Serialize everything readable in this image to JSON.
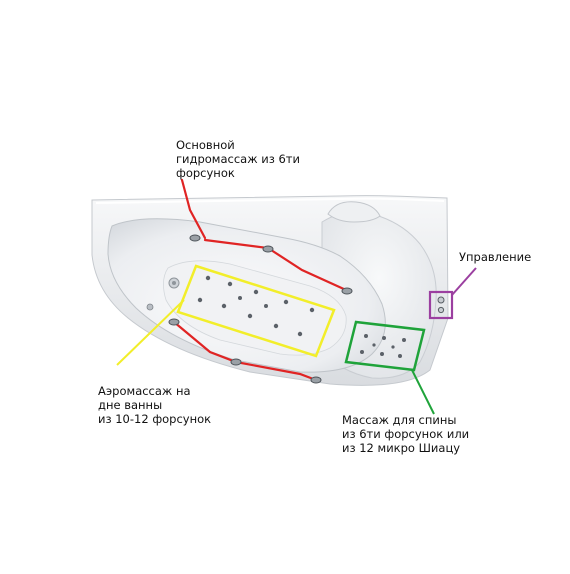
{
  "labels": {
    "main_hydro": "Основной\nгидромассаж из 6ти\nфорсунок",
    "control": "Управление",
    "aero": "Аэромассаж на\nдне ванны\nиз 10-12 форсунок",
    "back": "Массаж для спины\nиз 6ти форсунок или\nиз 12 микро Шиацу"
  },
  "colors": {
    "hydro_line": "#e02424",
    "aero_frame": "#f2ee2a",
    "back_frame": "#1fa33a",
    "control_frame": "#9b3fa0",
    "tub_body": "#e9ebee",
    "tub_inner": "#f4f5f7",
    "nozzle": "#5b6168"
  }
}
